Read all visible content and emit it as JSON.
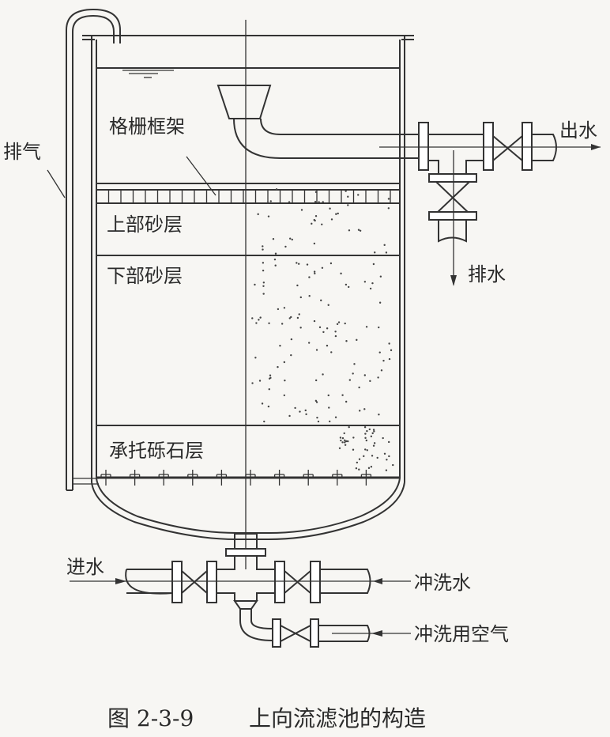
{
  "labels": {
    "vent": "排气",
    "grid_frame": "格栅框架",
    "upper_sand": "上部砂层",
    "lower_sand": "下部砂层",
    "gravel": "承托砾石层",
    "outlet": "出水",
    "drain": "排水",
    "inlet": "进水",
    "wash_water": "冲洗水",
    "wash_air": "冲洗用空气"
  },
  "caption": {
    "number": "图 2-3-9",
    "title": "上向流滤池的构造"
  },
  "colors": {
    "ink": "#333333",
    "paper": "#f7f6f3"
  }
}
